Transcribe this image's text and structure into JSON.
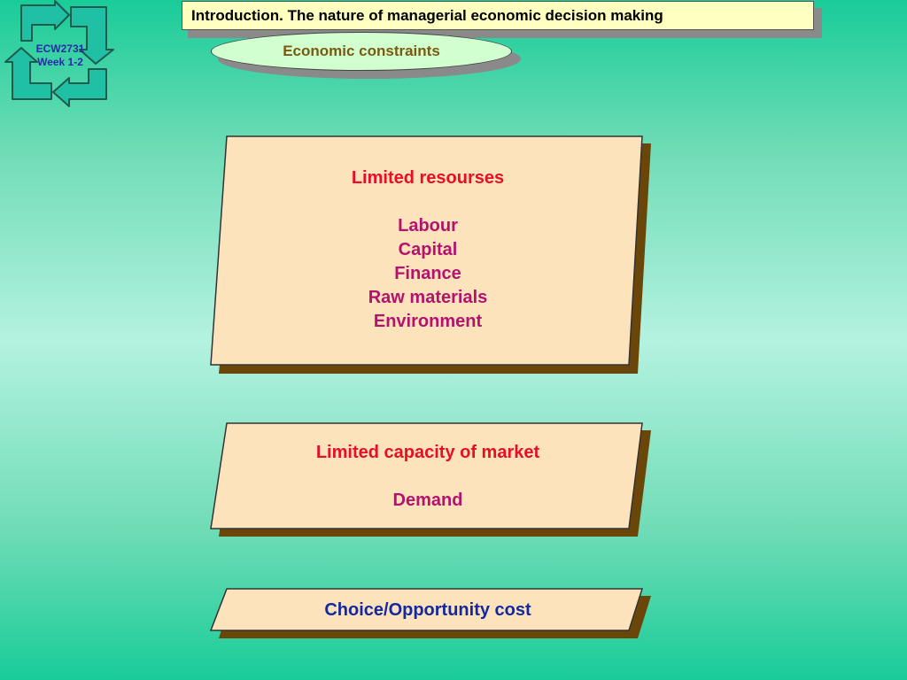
{
  "logo": {
    "line1": "ECW2731",
    "line2": "Week 1-2"
  },
  "header": {
    "title": "Introduction. The nature of managerial economic decision making",
    "subtitle": "Economic constraints"
  },
  "panels": {
    "resources": {
      "heading": "Limited resourses",
      "items": [
        "Labour",
        "Capital",
        "Finance",
        "Raw materials",
        "Environment"
      ]
    },
    "market": {
      "heading": "Limited capacity of market",
      "items": [
        "Demand"
      ]
    },
    "choice": {
      "heading": "Choice/Opportunity cost"
    }
  },
  "colors": {
    "background_edge": "#19cc98",
    "background_mid": "#b4f2e0",
    "panel_fill": "#fde3bb",
    "panel_shadow": "#6a4708",
    "heading_red": "#e60e2a",
    "item_plum": "#b4126e",
    "choice_navy": "#1428a0"
  },
  "icons": {
    "logo": "recycle-arrows-icon"
  }
}
